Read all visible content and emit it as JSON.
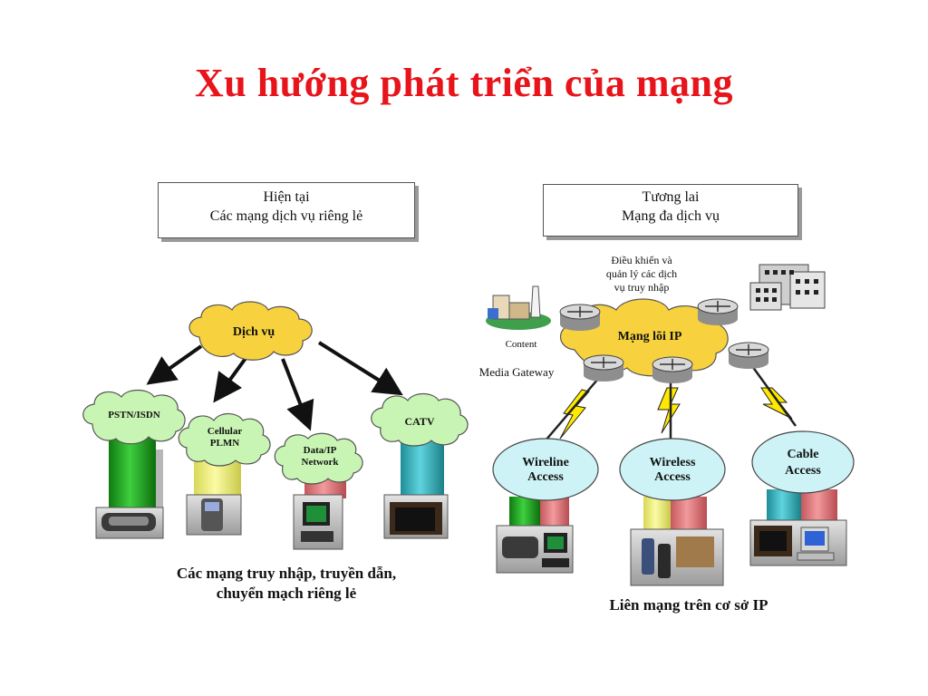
{
  "title": "Xu hướng phát triển của mạng",
  "left": {
    "box_line1": "Hiện tại",
    "box_line2": "Các mạng dịch vụ riêng lẻ",
    "service_cloud": "Dịch vụ",
    "networks": {
      "pstn": "PSTN/ISDN",
      "cellular_line1": "Cellular",
      "cellular_line2": "PLMN",
      "data_line1": "Data/IP",
      "data_line2": "Network",
      "catv": "CATV"
    },
    "caption_line1": "Các mạng truy nhập, truyền dẫn,",
    "caption_line2": "chuyển mạch riêng lẻ"
  },
  "right": {
    "box_line1": "Tương lai",
    "box_line2": "Mạng đa dịch vụ",
    "control_line1": "Điều khiển và",
    "control_line2": "quản lý các dịch",
    "control_line3": "vụ truy nhập",
    "content": "Content",
    "media_gateway": "Media Gateway",
    "core": "Mạng lõi IP",
    "access": {
      "wireline_line1": "Wireline",
      "wireline_line2": "Access",
      "wireless_line1": "Wireless",
      "wireless_line2": "Access",
      "cable_line1": "Cable",
      "cable_line2": "Access"
    },
    "caption": "Liên mạng trên cơ sở IP"
  },
  "colors": {
    "title": "#e8141b",
    "cloud_yellow": "#f7d23e",
    "cloud_green": "#c9f5b4",
    "access_cyan": "#cdf3f6",
    "pillar_green": "#1f9e1f",
    "pillar_yellow": "#ecec79",
    "pillar_red": "#d96f73",
    "pillar_cyan": "#2eaab5"
  }
}
